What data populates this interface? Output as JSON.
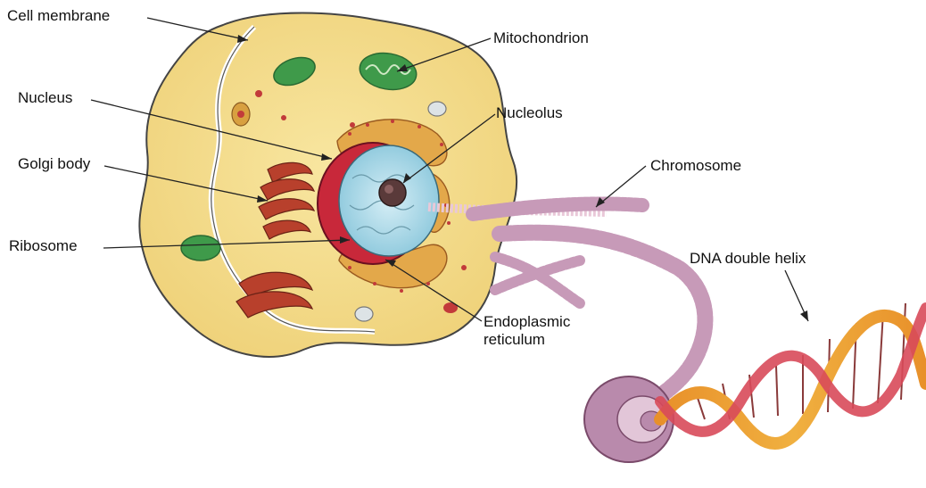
{
  "labels": {
    "cell_membrane": "Cell membrane",
    "mitochondrion": "Mitochondrion",
    "nucleus": "Nucleus",
    "nucleolus": "Nucleolus",
    "golgi_body": "Golgi body",
    "chromosome": "Chromosome",
    "ribosome": "Ribosome",
    "dna_double_helix": "DNA double helix",
    "endoplasmic_reticulum_line1": "Endoplasmic",
    "endoplasmic_reticulum_line2": "reticulum"
  },
  "colors": {
    "cytoplasm": "#f3dc8a",
    "membrane_outline": "#444444",
    "nucleus_rim": "#c8283a",
    "nucleus_inner": "#a9d8e8",
    "nucleolus": "#5a3a3a",
    "golgi": "#b8402c",
    "er": "#d8a040",
    "mitochondrion": "#3f9a4a",
    "chromosome": "#c79ab8",
    "dna_strand": "#e89a3a",
    "dna_strand_2": "#d84a5a"
  }
}
